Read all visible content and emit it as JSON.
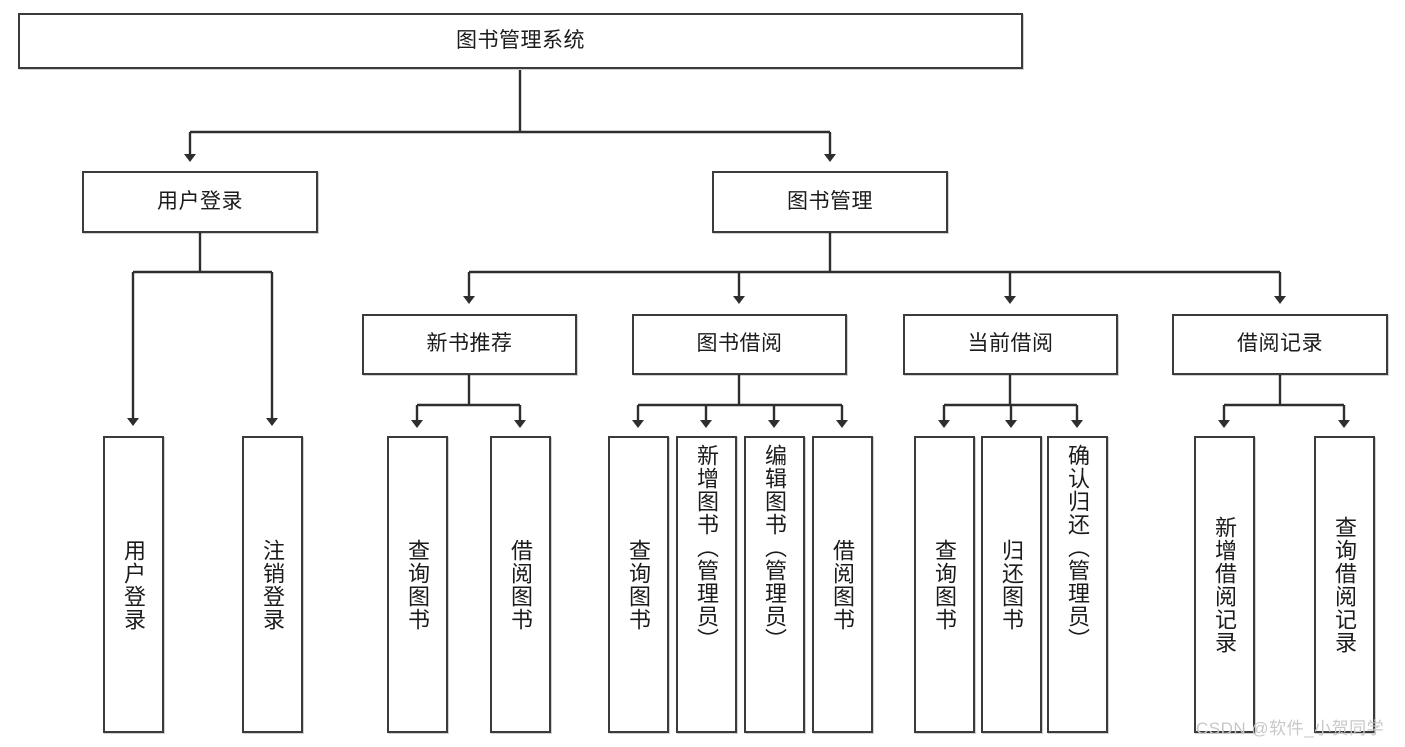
{
  "diagram": {
    "type": "tree",
    "title": "图书管理系统",
    "root": {
      "label": "图书管理系统"
    },
    "level2": [
      {
        "label": "用户登录"
      },
      {
        "label": "图书管理"
      }
    ],
    "level3": [
      {
        "label": "新书推荐"
      },
      {
        "label": "图书借阅"
      },
      {
        "label": "当前借阅"
      },
      {
        "label": "借阅记录"
      }
    ],
    "leaves": {
      "user_login": [
        {
          "label": "用户登录"
        },
        {
          "label": "注销登录"
        }
      ],
      "new_book_recommend": [
        {
          "label": "查询图书"
        },
        {
          "label": "借阅图书"
        }
      ],
      "book_borrow": [
        {
          "label": "查询图书"
        },
        {
          "label": "新增图书（管理员）"
        },
        {
          "label": "编辑图书（管理员）"
        },
        {
          "label": "借阅图书"
        }
      ],
      "current_borrow": [
        {
          "label": "查询图书"
        },
        {
          "label": "归还图书"
        },
        {
          "label": "确认归还（管理员）"
        }
      ],
      "borrow_record": [
        {
          "label": "新增借阅记录"
        },
        {
          "label": "查询借阅记录"
        }
      ]
    }
  },
  "watermark": {
    "text": "CSDN @软件_小贺同学"
  },
  "colors": {
    "stroke": "#3b3b3b",
    "text": "#1b1b1b",
    "background": "#ffffff",
    "watermark": "#c8c8c8"
  }
}
